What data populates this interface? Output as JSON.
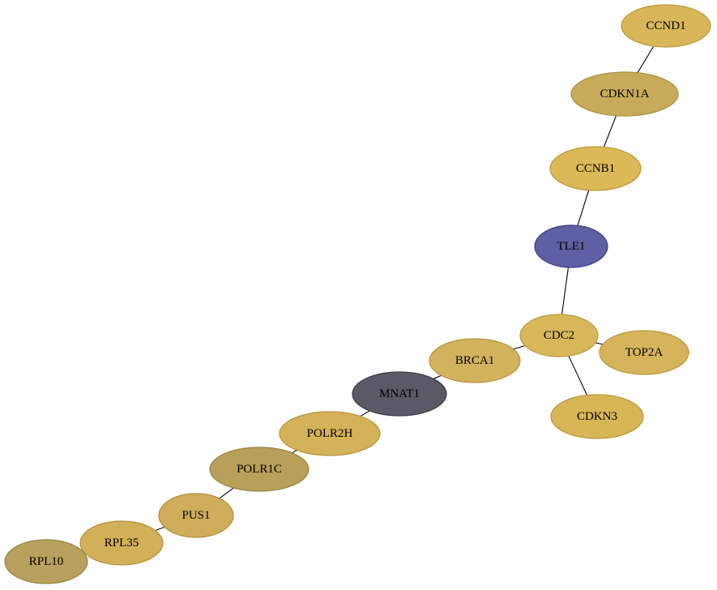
{
  "graph": {
    "nodes": [
      {
        "id": "CCND1",
        "label": "CCND1",
        "fill": "#d9b65a",
        "stroke": "#b89a3a"
      },
      {
        "id": "CDKN1A",
        "label": "CDKN1A",
        "fill": "#c8ab5a",
        "stroke": "#a88f3c"
      },
      {
        "id": "CCNB1",
        "label": "CCNB1",
        "fill": "#dbb956",
        "stroke": "#b99a37"
      },
      {
        "id": "TLE1",
        "label": "TLE1",
        "fill": "#5f5fa3",
        "stroke": "#3f3f86"
      },
      {
        "id": "CDC2",
        "label": "CDC2",
        "fill": "#d8b85a",
        "stroke": "#b8993a"
      },
      {
        "id": "TOP2A",
        "label": "TOP2A",
        "fill": "#d6b45c",
        "stroke": "#b6963c"
      },
      {
        "id": "CDKN3",
        "label": "CDKN3",
        "fill": "#d8b658",
        "stroke": "#b89839"
      },
      {
        "id": "BRCA1",
        "label": "BRCA1",
        "fill": "#d3b25d",
        "stroke": "#b3943e"
      },
      {
        "id": "MNAT1",
        "label": "MNAT1",
        "fill": "#5a5a66",
        "stroke": "#3c3c48"
      },
      {
        "id": "POLR2H",
        "label": "POLR2H",
        "fill": "#d4b25a",
        "stroke": "#b4943b"
      },
      {
        "id": "POLR1C",
        "label": "POLR1C",
        "fill": "#b8a05a",
        "stroke": "#9a843d"
      },
      {
        "id": "PUS1",
        "label": "PUS1",
        "fill": "#cfad5a",
        "stroke": "#af903c"
      },
      {
        "id": "RPL35",
        "label": "RPL35",
        "fill": "#d2b05a",
        "stroke": "#b2923b"
      },
      {
        "id": "RPL10",
        "label": "RPL10",
        "fill": "#b8a05e",
        "stroke": "#9a8440"
      }
    ],
    "edges": [
      {
        "source": "CCND1",
        "target": "CDKN1A"
      },
      {
        "source": "CDKN1A",
        "target": "CCNB1"
      },
      {
        "source": "CCNB1",
        "target": "TLE1"
      },
      {
        "source": "TLE1",
        "target": "CDC2"
      },
      {
        "source": "CDC2",
        "target": "TOP2A"
      },
      {
        "source": "CDC2",
        "target": "CDKN3"
      },
      {
        "source": "CDC2",
        "target": "BRCA1"
      },
      {
        "source": "BRCA1",
        "target": "MNAT1"
      },
      {
        "source": "MNAT1",
        "target": "POLR2H"
      },
      {
        "source": "POLR2H",
        "target": "POLR1C"
      },
      {
        "source": "POLR1C",
        "target": "PUS1"
      },
      {
        "source": "PUS1",
        "target": "RPL35"
      },
      {
        "source": "RPL35",
        "target": "RPL10"
      }
    ]
  }
}
